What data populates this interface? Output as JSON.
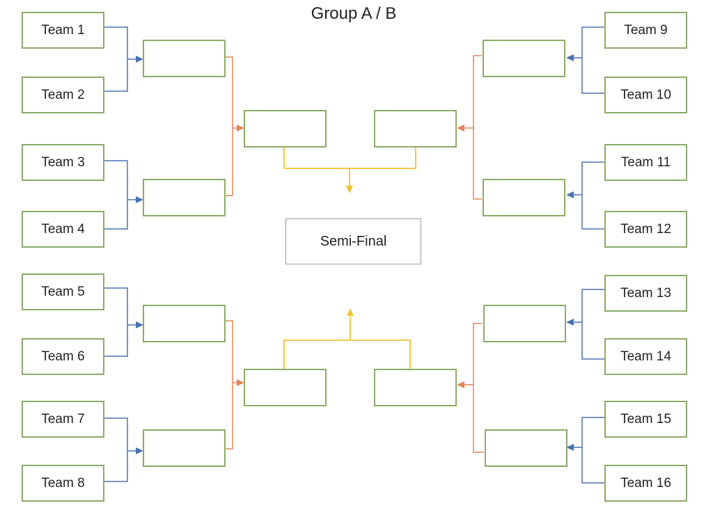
{
  "title": "Group A / B",
  "semi_final_label": "Semi-Final",
  "teams": [
    "Team 1",
    "Team 2",
    "Team 3",
    "Team 4",
    "Team 5",
    "Team 6",
    "Team 7",
    "Team 8",
    "Team 9",
    "Team 10",
    "Team 11",
    "Team 12",
    "Team 13",
    "Team 14",
    "Team 15",
    "Team 16"
  ],
  "colors": {
    "box_border": "#8aab67",
    "round1_line": "#4a72b0",
    "round2_line": "#e0875a",
    "round3_line": "#f2c12e"
  }
}
